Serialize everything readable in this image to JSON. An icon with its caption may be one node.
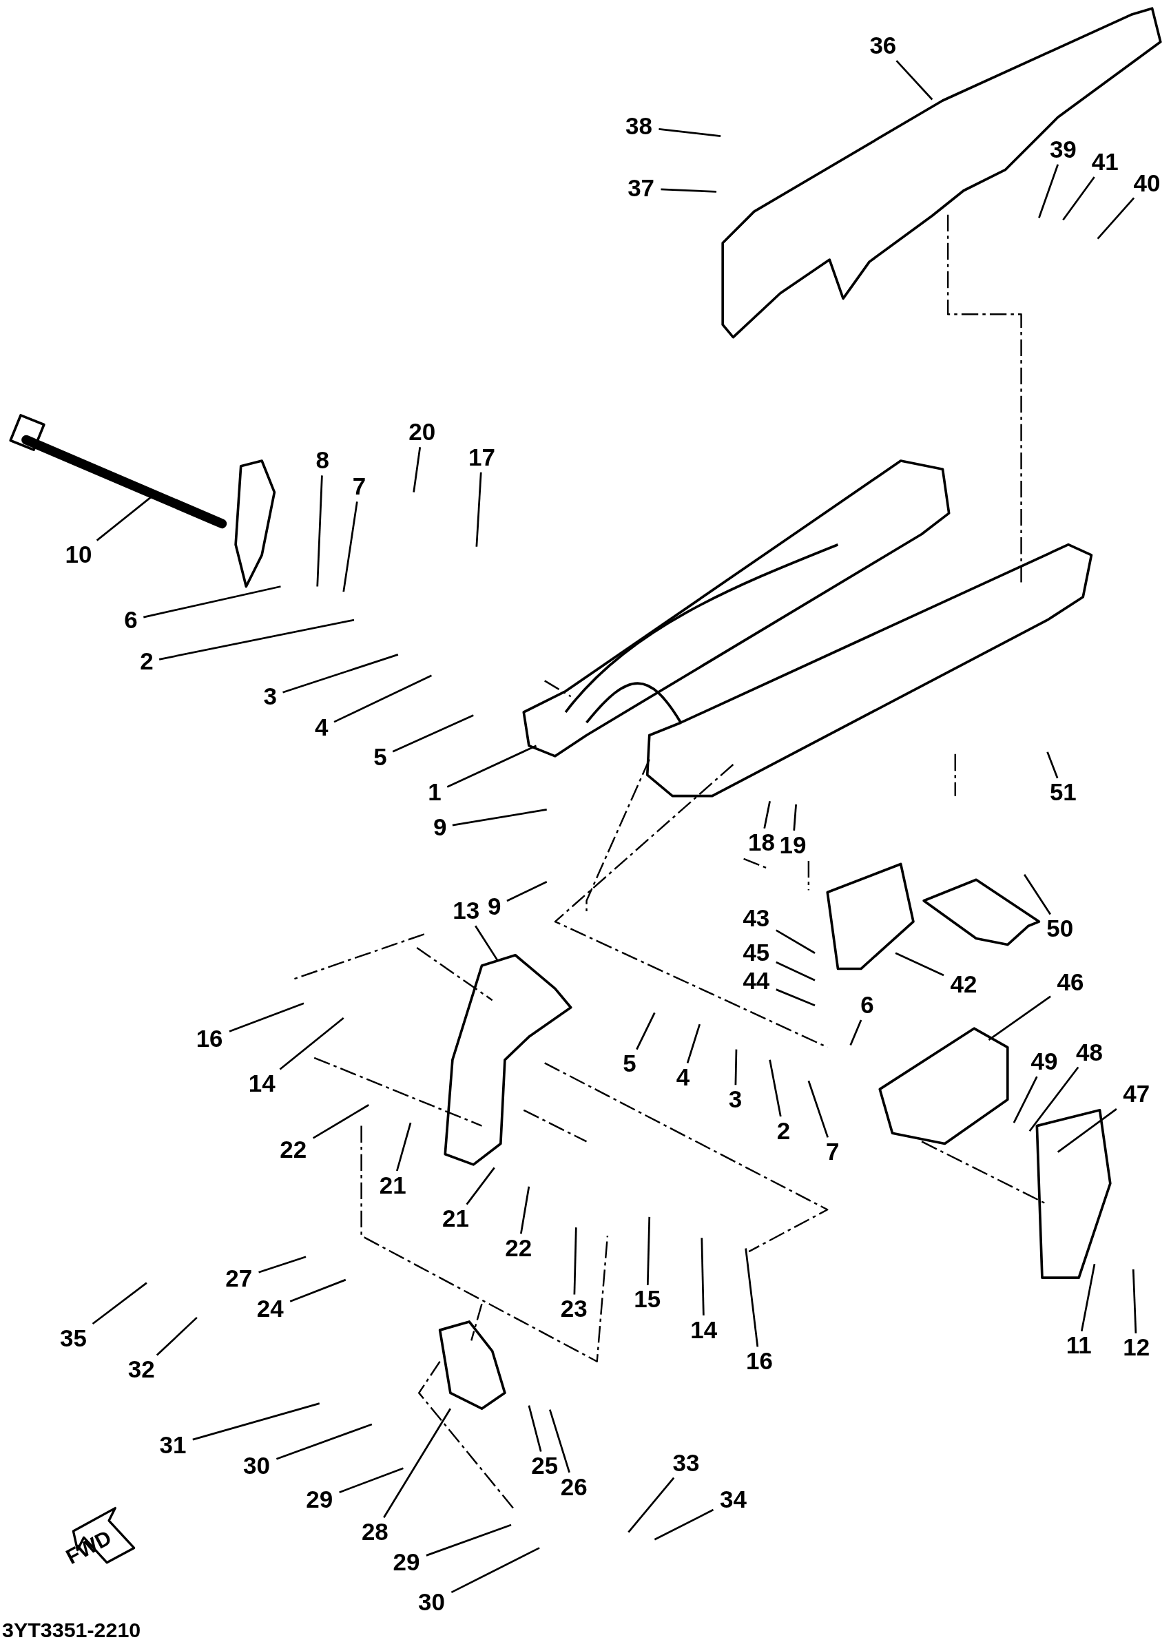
{
  "diagram": {
    "nodes": [
      {
        "text": [
          "36"
        ]
      },
      {
        "text": [
          "38"
        ]
      },
      {
        "text": [
          "37"
        ]
      },
      {
        "text": [
          "39"
        ]
      },
      {
        "text": [
          "41"
        ]
      },
      {
        "text": [
          "40"
        ]
      },
      {
        "text": [
          "10"
        ]
      },
      {
        "text": [
          "8"
        ]
      },
      {
        "text": [
          "7"
        ]
      },
      {
        "text": [
          "20"
        ]
      },
      {
        "text": [
          "17"
        ]
      },
      {
        "text": [
          "6"
        ]
      },
      {
        "text": [
          "2"
        ]
      },
      {
        "text": [
          "3"
        ]
      },
      {
        "text": [
          "4"
        ]
      },
      {
        "text": [
          "5"
        ]
      },
      {
        "text": [
          "1"
        ]
      },
      {
        "text": [
          "51"
        ]
      },
      {
        "text": [
          "9"
        ]
      },
      {
        "text": [
          "18"
        ]
      },
      {
        "text": [
          "19"
        ]
      },
      {
        "text": [
          "9"
        ]
      },
      {
        "text": [
          "50"
        ]
      },
      {
        "text": [
          "43"
        ]
      },
      {
        "text": [
          "13"
        ]
      },
      {
        "text": [
          "45"
        ]
      },
      {
        "text": [
          "44"
        ]
      },
      {
        "text": [
          "42"
        ]
      },
      {
        "text": [
          "46"
        ]
      },
      {
        "text": [
          "16"
        ]
      },
      {
        "text": [
          "14"
        ]
      },
      {
        "text": [
          "6"
        ]
      },
      {
        "text": [
          "49"
        ]
      },
      {
        "text": [
          "48"
        ]
      },
      {
        "text": [
          "47"
        ]
      },
      {
        "text": [
          "5"
        ]
      },
      {
        "text": [
          "4"
        ]
      },
      {
        "text": [
          "3"
        ]
      },
      {
        "text": [
          "2"
        ]
      },
      {
        "text": [
          "7"
        ]
      },
      {
        "text": [
          "22"
        ]
      },
      {
        "text": [
          "21"
        ]
      },
      {
        "text": [
          "21"
        ]
      },
      {
        "text": [
          "22"
        ]
      },
      {
        "text": [
          "23"
        ]
      },
      {
        "text": [
          "15"
        ]
      },
      {
        "text": [
          "14"
        ]
      },
      {
        "text": [
          "16"
        ]
      },
      {
        "text": [
          "27"
        ]
      },
      {
        "text": [
          "24"
        ]
      },
      {
        "text": [
          "35"
        ]
      },
      {
        "text": [
          "32"
        ]
      },
      {
        "text": [
          "11"
        ]
      },
      {
        "text": [
          "12"
        ]
      },
      {
        "text": [
          "31"
        ]
      },
      {
        "text": [
          "30"
        ]
      },
      {
        "text": [
          "29"
        ]
      },
      {
        "text": [
          "28"
        ]
      },
      {
        "text": [
          "25"
        ]
      },
      {
        "text": [
          "26"
        ]
      },
      {
        "text": [
          "33"
        ]
      },
      {
        "text": [
          "34"
        ]
      },
      {
        "text": [
          "29"
        ]
      },
      {
        "text": [
          "30"
        ]
      }
    ],
    "edges": [
      {
        "from": 0,
        "to": null,
        "arrow": "none"
      },
      {
        "from": 1,
        "to": null,
        "arrow": "none"
      },
      {
        "from": 2,
        "to": null,
        "arrow": "none"
      },
      {
        "from": 3,
        "to": null,
        "arrow": "none"
      },
      {
        "from": 4,
        "to": null,
        "arrow": "none"
      },
      {
        "from": 5,
        "to": null,
        "arrow": "none"
      },
      {
        "from": 6,
        "to": null,
        "arrow": "none"
      },
      {
        "from": 7,
        "to": null,
        "arrow": "none"
      },
      {
        "from": 8,
        "to": null,
        "arrow": "none"
      },
      {
        "from": 9,
        "to": null,
        "arrow": "none"
      },
      {
        "from": 10,
        "to": null,
        "arrow": "none"
      },
      {
        "from": 11,
        "to": null,
        "arrow": "none"
      },
      {
        "from": 12,
        "to": null,
        "arrow": "none"
      },
      {
        "from": 13,
        "to": null,
        "arrow": "none"
      },
      {
        "from": 14,
        "to": null,
        "arrow": "none"
      },
      {
        "from": 15,
        "to": null,
        "arrow": "none"
      },
      {
        "from": 16,
        "to": null,
        "arrow": "none"
      },
      {
        "from": 17,
        "to": null,
        "arrow": "none"
      },
      {
        "from": 18,
        "to": null,
        "arrow": "none"
      },
      {
        "from": 19,
        "to": null,
        "arrow": "none"
      },
      {
        "from": 20,
        "to": null,
        "arrow": "none"
      },
      {
        "from": 21,
        "to": null,
        "arrow": "none"
      },
      {
        "from": 22,
        "to": null,
        "arrow": "none"
      },
      {
        "from": 23,
        "to": null,
        "arrow": "none"
      },
      {
        "from": 24,
        "to": null,
        "arrow": "none"
      },
      {
        "from": 25,
        "to": null,
        "arrow": "none"
      },
      {
        "from": 26,
        "to": null,
        "arrow": "none"
      },
      {
        "from": 27,
        "to": null,
        "arrow": "none"
      },
      {
        "from": 28,
        "to": null,
        "arrow": "none"
      },
      {
        "from": 29,
        "to": null,
        "arrow": "none"
      },
      {
        "from": 30,
        "to": null,
        "arrow": "none"
      },
      {
        "from": 31,
        "to": null,
        "arrow": "none"
      },
      {
        "from": 32,
        "to": null,
        "arrow": "none"
      },
      {
        "from": 33,
        "to": null,
        "arrow": "none"
      },
      {
        "from": 34,
        "to": null,
        "arrow": "none"
      },
      {
        "from": 35,
        "to": null,
        "arrow": "none"
      },
      {
        "from": 36,
        "to": null,
        "arrow": "none"
      },
      {
        "from": 37,
        "to": null,
        "arrow": "none"
      },
      {
        "from": 38,
        "to": null,
        "arrow": "none"
      },
      {
        "from": 39,
        "to": null,
        "arrow": "none"
      },
      {
        "from": 40,
        "to": null,
        "arrow": "none"
      },
      {
        "from": 41,
        "to": null,
        "arrow": "none"
      },
      {
        "from": 42,
        "to": null,
        "arrow": "none"
      },
      {
        "from": 43,
        "to": null,
        "arrow": "none"
      },
      {
        "from": 44,
        "to": null,
        "arrow": "none"
      },
      {
        "from": 45,
        "to": null,
        "arrow": "none"
      },
      {
        "from": 46,
        "to": null,
        "arrow": "none"
      },
      {
        "from": 47,
        "to": null,
        "arrow": "none"
      },
      {
        "from": 48,
        "to": null,
        "arrow": "none"
      },
      {
        "from": 49,
        "to": null,
        "arrow": "none"
      },
      {
        "from": 50,
        "to": null,
        "arrow": "none"
      },
      {
        "from": 51,
        "to": null,
        "arrow": "none"
      },
      {
        "from": 52,
        "to": null,
        "arrow": "none"
      },
      {
        "from": 53,
        "to": null,
        "arrow": "none"
      },
      {
        "from": 54,
        "to": null,
        "arrow": "none"
      },
      {
        "from": 55,
        "to": null,
        "arrow": "none"
      },
      {
        "from": 56,
        "to": null,
        "arrow": "none"
      },
      {
        "from": 57,
        "to": null,
        "arrow": "none"
      },
      {
        "from": 58,
        "to": null,
        "arrow": "none"
      },
      {
        "from": 59,
        "to": null,
        "arrow": "none"
      },
      {
        "from": 60,
        "to": null,
        "arrow": "none"
      },
      {
        "from": 61,
        "to": null,
        "arrow": "none"
      },
      {
        "from": 62,
        "to": null,
        "arrow": "none"
      },
      {
        "from": 63,
        "to": null,
        "arrow": "none"
      }
    ],
    "labels": [
      "FWD",
      "3YT3351-2210"
    ]
  }
}
